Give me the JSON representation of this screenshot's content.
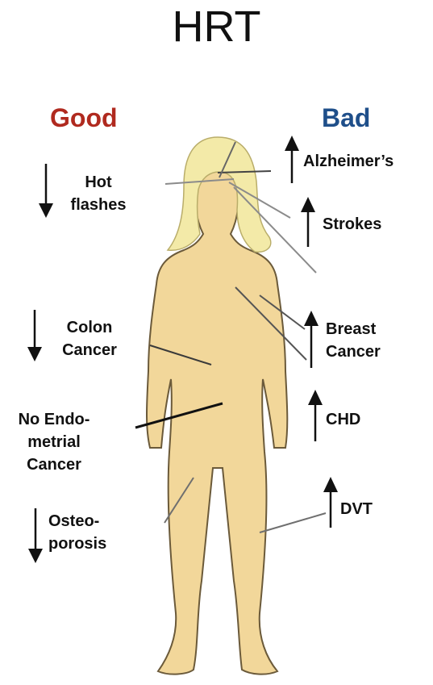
{
  "title": "HRT",
  "columns": {
    "good": {
      "heading": "Good",
      "color": "#b02a1f"
    },
    "bad": {
      "heading": "Bad",
      "color": "#1f4f8a"
    }
  },
  "good_effects": [
    {
      "label": "Hot flashes",
      "lines": [
        "Hot",
        "flashes"
      ],
      "direction": "down"
    },
    {
      "label": "Colon Cancer",
      "lines": [
        "Colon",
        "Cancer"
      ],
      "direction": "down"
    },
    {
      "label": "No Endometrial Cancer",
      "lines": [
        "No Endo-",
        "metrial",
        "Cancer"
      ],
      "direction": "none"
    },
    {
      "label": "Osteoporosis",
      "lines": [
        "Osteo-",
        "porosis"
      ],
      "direction": "down"
    }
  ],
  "bad_effects": [
    {
      "label": "Alzheimer's",
      "lines": [
        "Alzheimer’s"
      ],
      "direction": "up"
    },
    {
      "label": "Strokes",
      "lines": [
        "Strokes"
      ],
      "direction": "up"
    },
    {
      "label": "Breast Cancer",
      "lines": [
        "Breast",
        "Cancer"
      ],
      "direction": "up"
    },
    {
      "label": "CHD",
      "lines": [
        "CHD"
      ],
      "direction": "up"
    },
    {
      "label": "DVT",
      "lines": [
        "DVT"
      ],
      "direction": "up"
    }
  ],
  "colors": {
    "skin": "#f2d79a",
    "hair": "#f3eaa8",
    "outline": "#6b5a3a",
    "text": "#111111"
  }
}
